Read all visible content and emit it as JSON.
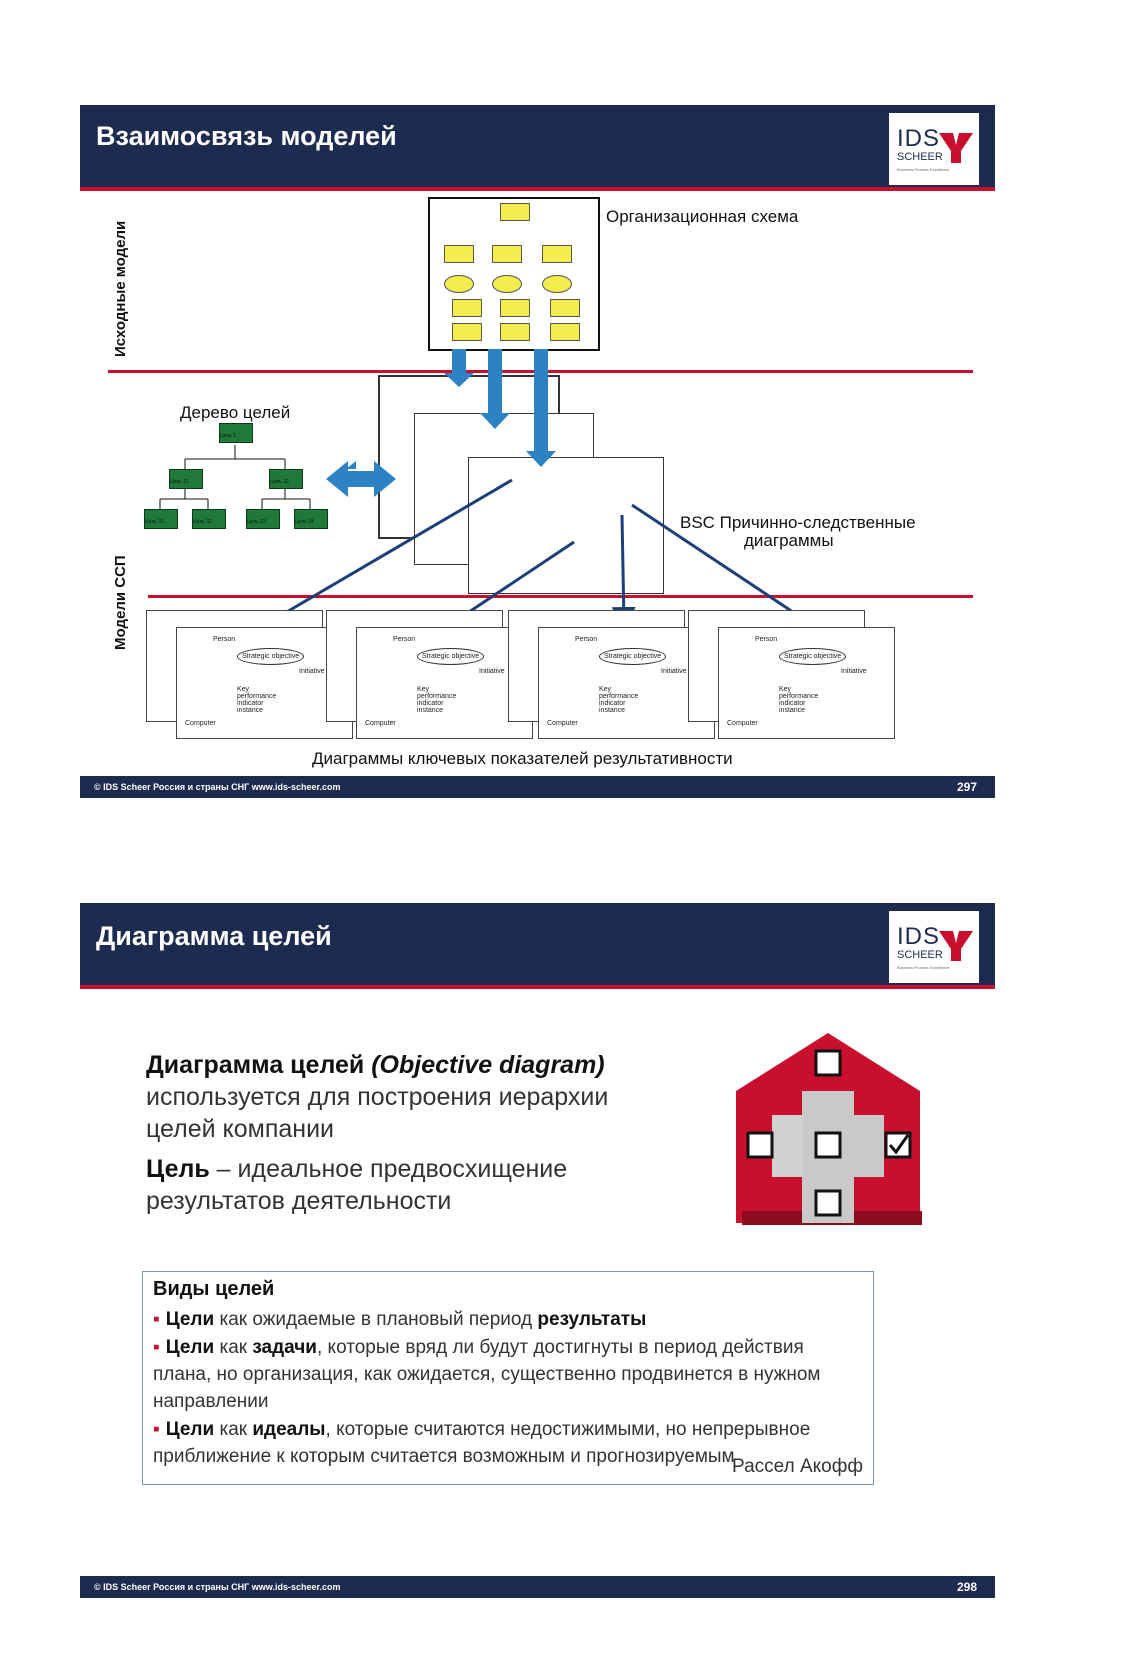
{
  "slide1": {
    "title": "Взаимосвязь моделей",
    "logo": {
      "ids": "IDS",
      "scheer": "SCHEER",
      "tagline": "Business Process Excellence"
    },
    "side_labels": {
      "top": "Исходные модели",
      "bottom": "Модели ССП"
    },
    "labels": {
      "org": "Организационная схема",
      "tree": "Дерево целей",
      "bsc_line1": "BSC Причинно-следственные",
      "bsc_line2": "диаграммы",
      "kpi": "Диаграммы ключевых показателей результативности"
    },
    "tree_nodes": {
      "root": "Цель 1",
      "mid": [
        "Цель 21",
        "Цель 22"
      ],
      "leaves": [
        "Цель 31",
        "Цель 32",
        "Цель 33",
        "Цель 34"
      ]
    },
    "kpi_card": {
      "person": "Person",
      "objective": "Strategic objective",
      "initiative": "Initiative",
      "kpi": "Key performance indicator instance",
      "computer": "Computer"
    },
    "footer": {
      "copyright": "© IDS Scheer Россия и страны СНГ   www.ids-scheer.com",
      "page": "297"
    }
  },
  "slide2": {
    "title": "Диаграмма целей",
    "logo": {
      "ids": "IDS",
      "scheer": "SCHEER",
      "tagline": "Business Process Excellence"
    },
    "para1_bold": "Диаграмма целей ",
    "para1_italic": "(Objective diagram)",
    "para1_rest_line1": "используется для построения иерархии",
    "para1_rest_line2": "целей компании",
    "para2_bold": "Цель",
    "para2_rest_line1": " – идеальное предвосхищение",
    "para2_rest_line2": "результатов деятельности",
    "box": {
      "heading": "Виды целей",
      "items": [
        {
          "b1": "Цели",
          "t1": " как ожидаемые в плановый период ",
          "b2": "результаты",
          "t2": ""
        },
        {
          "b1": "Цели",
          "t1": " как ",
          "b2": "задачи",
          "t2": ", которые вряд ли будут достигнуты в период действия плана, но организация, как ожидается, существенно продвинется в нужном направлении"
        },
        {
          "b1": "Цели",
          "t1": " как ",
          "b2": "идеалы",
          "t2": ", которые считаются недостижимыми, но непрерывное приближение к которым считается возможным и прогнозируемым"
        }
      ],
      "author": "Рассел  Акофф"
    },
    "footer": {
      "copyright": "© IDS Scheer Россия и страны СНГ   www.ids-scheer.com",
      "page": "298"
    }
  },
  "colors": {
    "navy": "#1c2b4f",
    "red": "#c8102e",
    "green": "#1f7a3a",
    "blue_arrow": "#2d82c4"
  }
}
